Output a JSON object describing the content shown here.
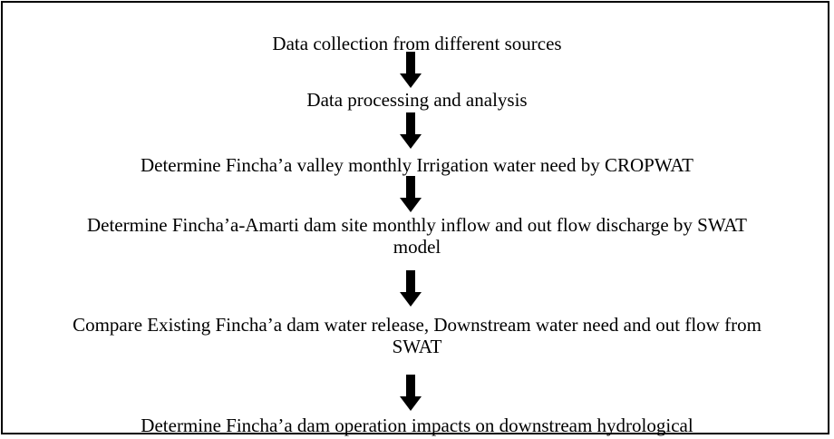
{
  "flowchart": {
    "steps": [
      {
        "lines": [
          "Data collection from different sources"
        ]
      },
      {
        "lines": [
          "Data processing and analysis"
        ]
      },
      {
        "lines": [
          "Determine Fincha’a valley monthly Irrigation water need by CROPWAT"
        ]
      },
      {
        "lines": [
          "Determine Fincha’a-Amarti dam site monthly inflow and out flow discharge by SWAT",
          "model"
        ]
      },
      {
        "lines": [
          "Compare Existing Fincha’a dam water release, Downstream water need and out flow from",
          "SWAT"
        ]
      },
      {
        "lines": [
          "Determine Fincha’a dam operation impacts on downstream hydrological"
        ]
      }
    ],
    "colors": {
      "arrow": "#000000",
      "border": "#000000",
      "text": "#000000"
    }
  }
}
